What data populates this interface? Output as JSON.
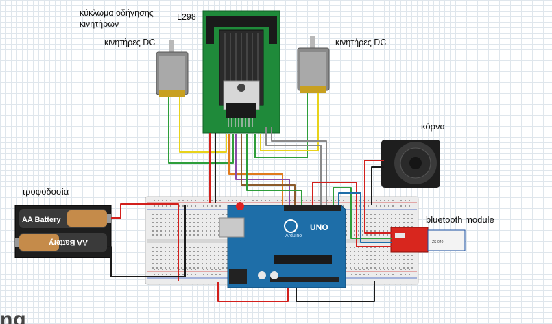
{
  "labels": {
    "driver_title_line1": "κύκλωμα οδήγησης",
    "driver_title_line2": "κινητήρων",
    "driver_chip": "L298",
    "motor_left": "κινητήρες DC",
    "motor_right": "κινητήρες DC",
    "speaker": "κόρνα",
    "power": "τροφοδοσία",
    "bluetooth": "bluetooth module",
    "battery_top": "AA Battery",
    "battery_bottom": "AA Battery",
    "arduino_brand": "UNO",
    "arduino_sub": "Arduino",
    "bt_chip": "ZS-040",
    "cut_text": "ng"
  },
  "colors": {
    "breadboard": "#ececec",
    "driver_board": "#1f8a3a",
    "heatsink": "#1a1a1a",
    "arduino": "#1e6ea8",
    "bt_board": "#d8261e",
    "wire_red": "#d2201c",
    "wire_black": "#1a1a1a",
    "wire_green": "#2e9e3a",
    "wire_yellow": "#e8d21a",
    "wire_gray": "#8a8a8a",
    "wire_orange": "#e07b1c",
    "wire_purple": "#8a4aa8",
    "wire_brown": "#8b5a2b"
  }
}
